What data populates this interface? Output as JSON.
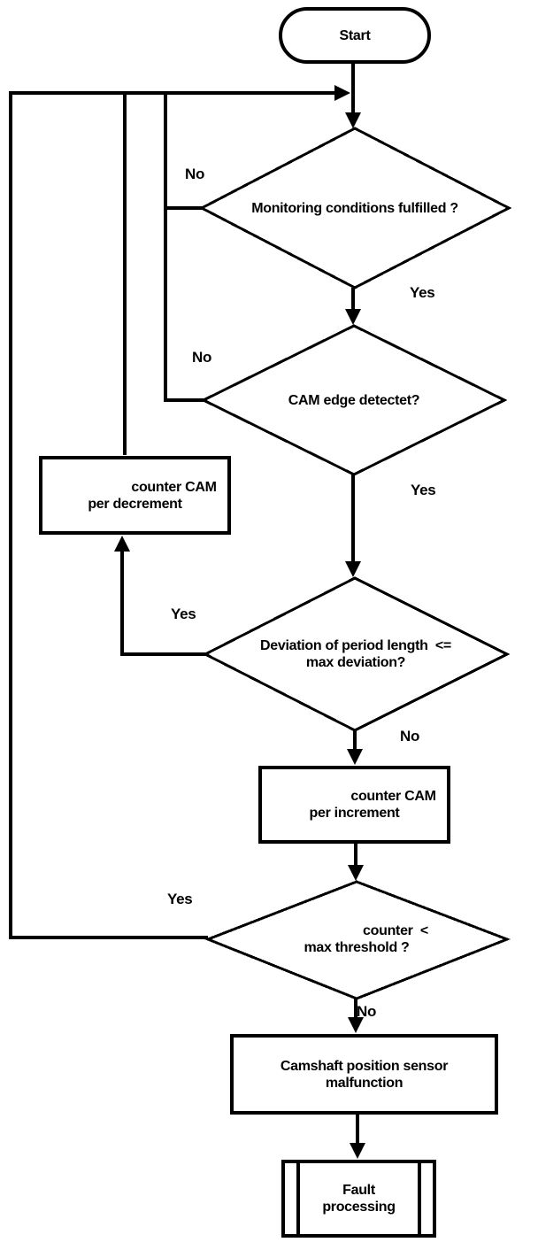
{
  "flowchart": {
    "nodes": {
      "start": {
        "label": "Start"
      },
      "monitoring": {
        "label": "Monitoring conditions fulfilled ?"
      },
      "cam_edge": {
        "label": "CAM edge detectet?"
      },
      "decrement": {
        "line1": "counter CAM",
        "line2": "per decrement"
      },
      "deviation": {
        "line1": "Deviation of period length  <=",
        "line2": "max deviation?"
      },
      "increment": {
        "line1": "counter CAM",
        "line2": "per increment"
      },
      "threshold": {
        "line1": "counter  <",
        "line2": "max threshold ?"
      },
      "malfunction": {
        "line1": "Camshaft position sensor",
        "line2": "malfunction"
      },
      "fault": {
        "line1": "Fault",
        "line2": "processing"
      }
    },
    "labels": {
      "monitoring_no": "No",
      "monitoring_yes": "Yes",
      "cam_edge_no": "No",
      "cam_edge_yes": "Yes",
      "deviation_yes": "Yes",
      "deviation_no": "No",
      "threshold_yes": "Yes",
      "threshold_no": "No"
    },
    "colors": {
      "line": "#000000",
      "background": "#ffffff"
    }
  }
}
